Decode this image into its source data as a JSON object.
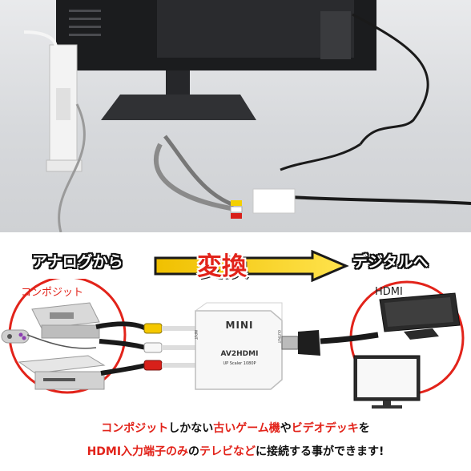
{
  "headline": {
    "left": "アナログから",
    "center": "変換",
    "right": "デジタルへ"
  },
  "labels": {
    "composite": "コンポジット",
    "hdmi": "HDMI"
  },
  "converter": {
    "brand": "MINI",
    "model": "AV2HDMI",
    "scaler": "UP Scaler 1080P",
    "input": "INPUT",
    "output": "OUTPUT"
  },
  "caption": {
    "line1": [
      {
        "text": "コンポジット",
        "red": true
      },
      {
        "text": "しかない",
        "red": false
      },
      {
        "text": "古いゲーム機",
        "red": true
      },
      {
        "text": "や",
        "red": false
      },
      {
        "text": "ビデオデッキ",
        "red": true
      },
      {
        "text": "を",
        "red": false
      }
    ],
    "line2": [
      {
        "text": "HDMI入力端子のみ",
        "red": true
      },
      {
        "text": "の",
        "red": false
      },
      {
        "text": "テレビなど",
        "red": true
      },
      {
        "text": "に接続する事ができます!",
        "red": false
      }
    ]
  },
  "colors": {
    "accent_red": "#e2231a",
    "arrow_yellow": "#f5d000",
    "text_dark": "#111111"
  },
  "icons": [
    "tv-stand-photo",
    "game-console-icon",
    "controller-icon",
    "vcr-icon",
    "monitor-icon",
    "tv-icon",
    "rca-plug-icon",
    "hdmi-plug-icon",
    "arrow-right-icon"
  ]
}
